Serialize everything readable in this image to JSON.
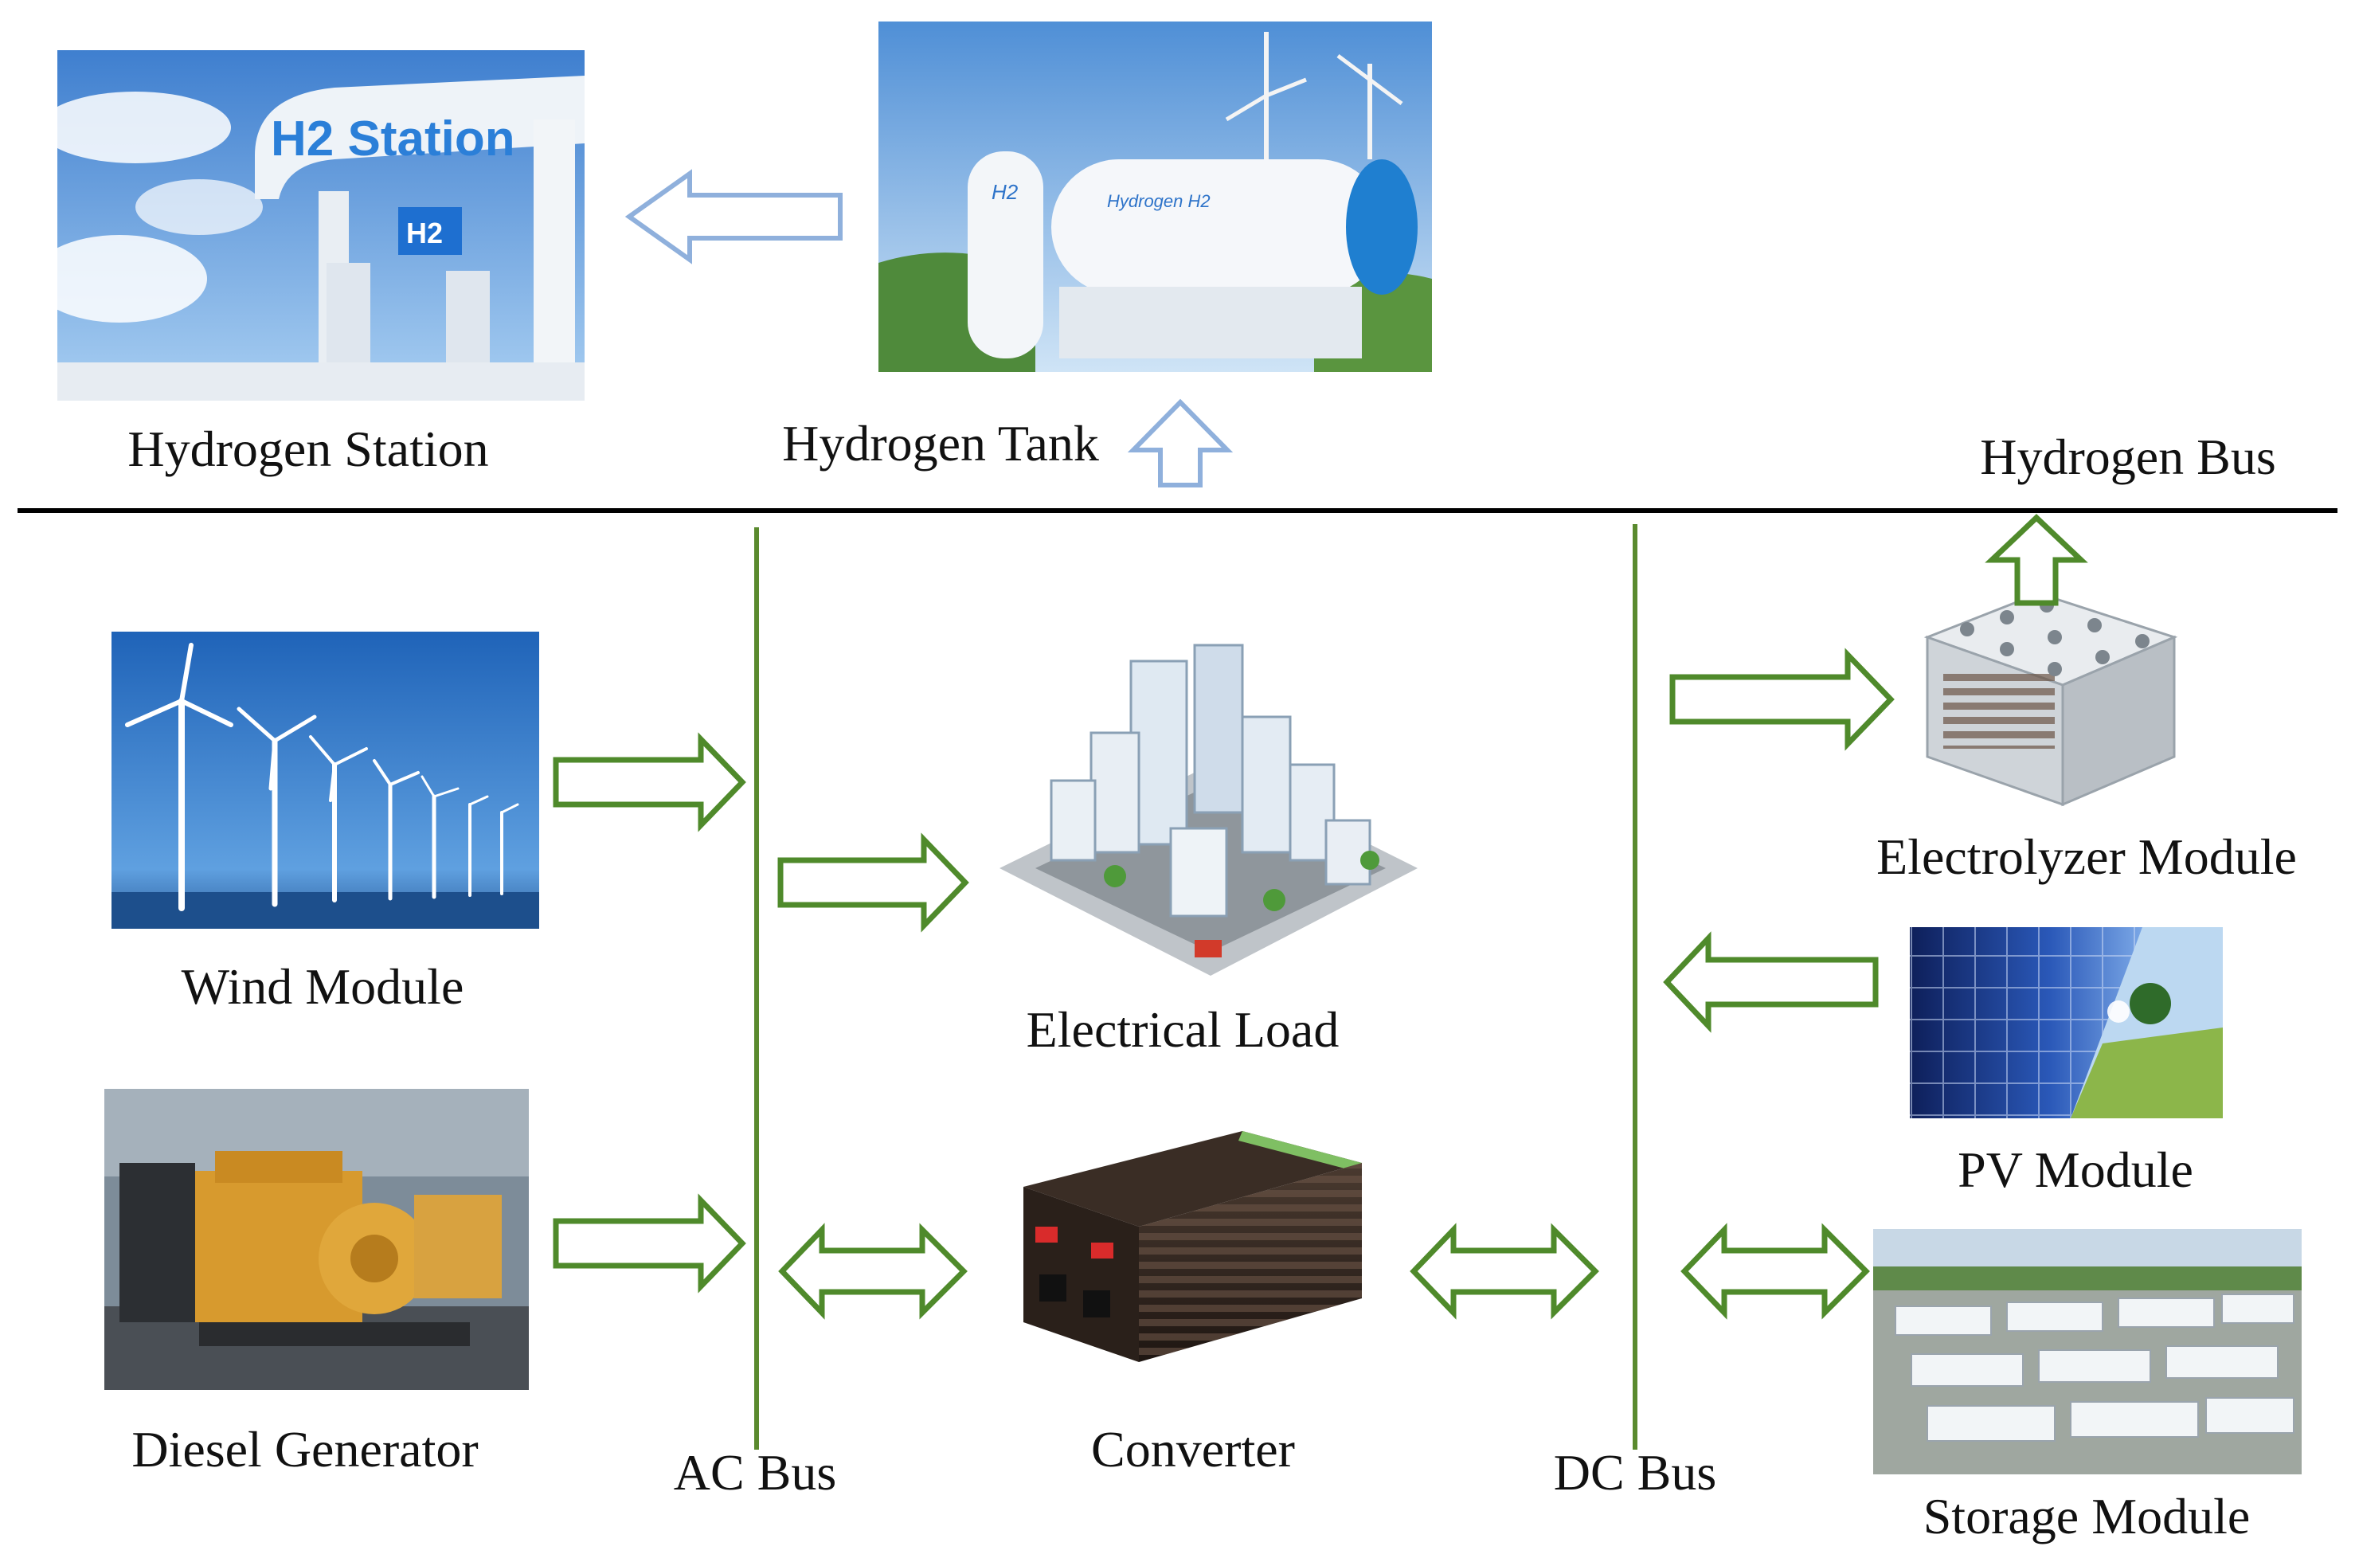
{
  "labels": {
    "hydrogen_station": "Hydrogen Station",
    "hydrogen_tank": "Hydrogen Tank",
    "hydrogen_bus": "Hydrogen Bus",
    "wind_module": "Wind Module",
    "electrical_load": "Electrical Load",
    "electrolyzer_module": "Electrolyzer Module",
    "pv_module": "PV Module",
    "diesel_generator": "Diesel Generator",
    "ac_bus": "AC Bus",
    "converter": "Converter",
    "dc_bus": "DC Bus",
    "storage_module": "Storage Module"
  },
  "photo_text": {
    "station_sign": "H2 Station",
    "station_pump": "H2",
    "tank_h2": "H2",
    "tank_brand": "Hydrogen H2"
  },
  "colors": {
    "bus_line": "#000000",
    "vertical_bus": "#5a8a2e",
    "electric_arrow": "#4f8a2b",
    "hydrogen_arrow": "#8fb0dc"
  }
}
